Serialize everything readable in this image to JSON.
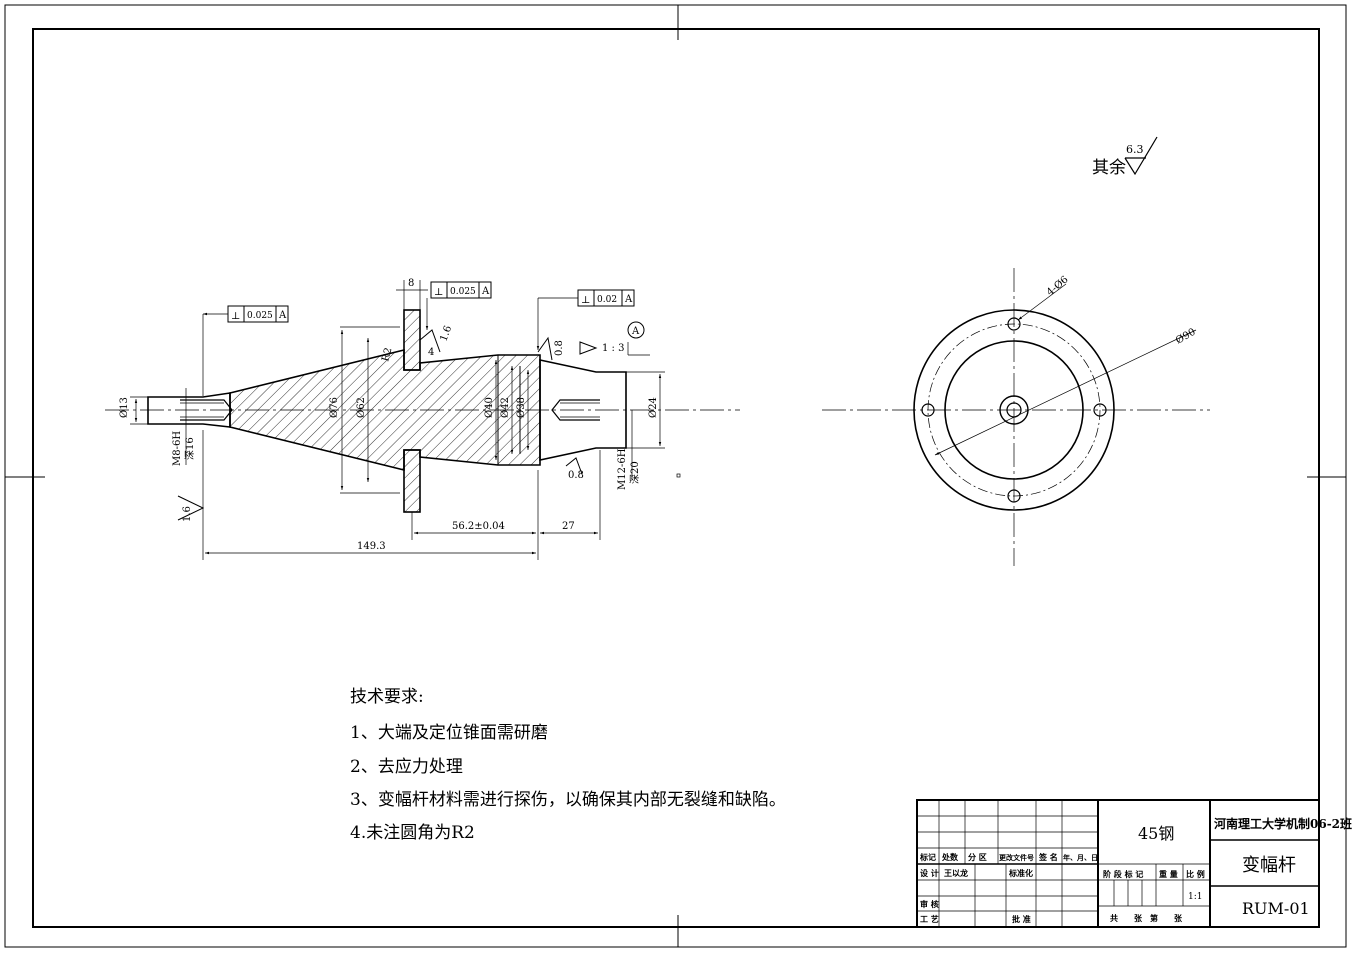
{
  "surface_roughness_default": {
    "label": "其余",
    "value": "6.3"
  },
  "front_view": {
    "dimensions": {
      "d13": "Ø13",
      "m8": "M8-6H",
      "m8_depth": "深16",
      "d76": "Ø76",
      "d62": "Ø62",
      "d40": "Ø40",
      "d42": "Ø42",
      "d38": "Ø38",
      "d24": "Ø24",
      "m12": "M12-6H",
      "m12_depth": "深20",
      "len_total": "149.3",
      "len_mid": "56.2±0.04",
      "len_end": "27",
      "flange_w": "8",
      "r2": "R2",
      "four": "4",
      "taper": "1 : 3"
    },
    "tolerances": {
      "left": {
        "symbol": "⊥",
        "value": "0.025",
        "datum": "A"
      },
      "flange": {
        "symbol": "⊥",
        "value": "0.025",
        "datum": "A"
      },
      "right": {
        "symbol": "⊥",
        "value": "0.02",
        "datum": "A"
      }
    },
    "datum_label": "A",
    "roughness": {
      "r16a": "1.6",
      "r16b": "1.6",
      "r08a": "0.8",
      "r08b": "0.8"
    }
  },
  "side_view": {
    "holes_label": "4-Ø6",
    "pcd_label": "Ø90"
  },
  "tech_requirements": {
    "title": "技术要求:",
    "items": [
      "1、大端及定位锥面需研磨",
      "2、去应力处理",
      "3、变幅杆材料需进行探伤，以确保其内部无裂缝和缺陷。",
      "4.未注圆角为R2"
    ]
  },
  "title_block": {
    "material": "45钢",
    "school": "河南理工大学机制06-2班",
    "part_name": "变幅杆",
    "drawing_no": "RUM-01",
    "scale": "1:1",
    "headers": {
      "mark": "标记",
      "count": "处数",
      "zone": "分 区",
      "doc_no": "更改文件号",
      "sign": "签 名",
      "date": "年、月、日"
    },
    "design": "设 计",
    "designer": "王以龙",
    "standard": "标准化",
    "review": "审 核",
    "process": "工 艺",
    "approve": "批 准",
    "stage": "阶 段 标 记",
    "weight": "重 量",
    "scale_label": "比 例",
    "sheets": "共　　张　第　　张"
  }
}
